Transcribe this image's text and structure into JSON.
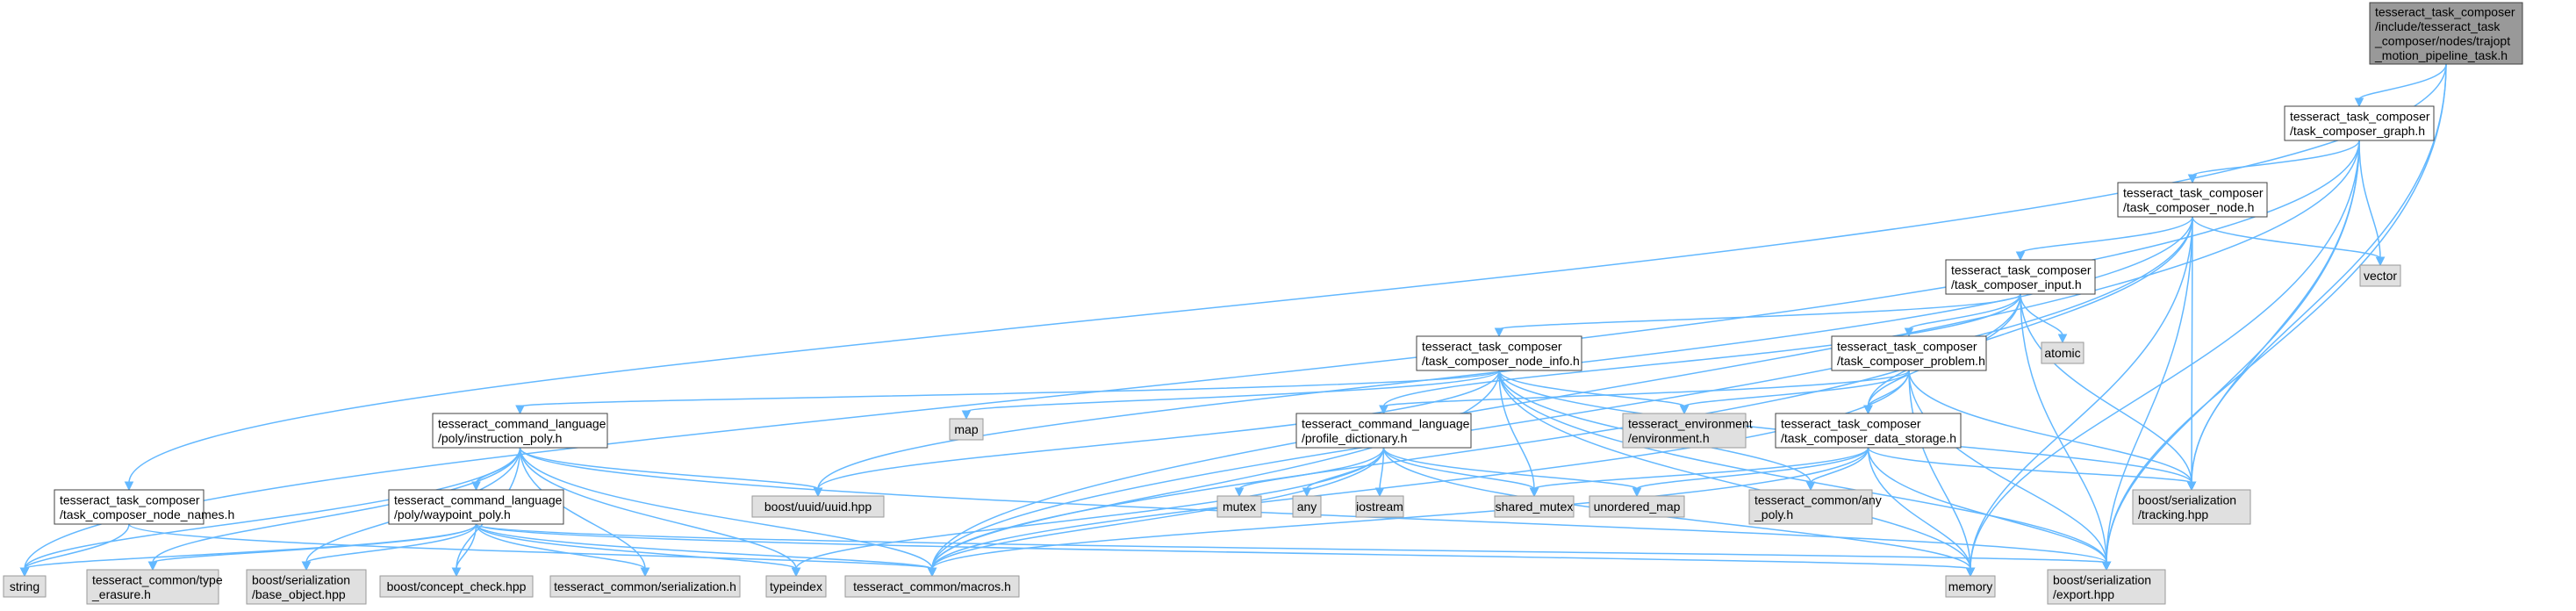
{
  "nodes": {
    "root": [
      "tesseract_task_composer",
      "/include/tesseract_task",
      "_composer/nodes/trajopt",
      "_motion_pipeline_task.h"
    ],
    "graph": [
      "tesseract_task_composer",
      "/task_composer_graph.h"
    ],
    "node": [
      "tesseract_task_composer",
      "/task_composer_node.h"
    ],
    "input": [
      "tesseract_task_composer",
      "/task_composer_input.h"
    ],
    "node_info": [
      "tesseract_task_composer",
      "/task_composer_node_info.h"
    ],
    "problem": [
      "tesseract_task_composer",
      "/task_composer_problem.h"
    ],
    "instr_poly": [
      "tesseract_command_language",
      "/poly/instruction_poly.h"
    ],
    "profile_dict": [
      "tesseract_command_language",
      "/profile_dictionary.h"
    ],
    "data_storage": [
      "tesseract_task_composer",
      "/task_composer_data_storage.h"
    ],
    "node_names": [
      "tesseract_task_composer",
      "/task_composer_node_names.h"
    ],
    "waypoint_poly": [
      "tesseract_command_language",
      "/poly/waypoint_poly.h"
    ],
    "vector": [
      "vector"
    ],
    "atomic": [
      "atomic"
    ],
    "map": [
      "map"
    ],
    "env": [
      "tesseract_environment",
      "/environment.h"
    ],
    "uuid": [
      "boost/uuid/uuid.hpp"
    ],
    "mutex": [
      "mutex"
    ],
    "any": [
      "any"
    ],
    "iostream": [
      "iostream"
    ],
    "shared_mutex": [
      "shared_mutex"
    ],
    "unordered_map": [
      "unordered_map"
    ],
    "any_poly": [
      "tesseract_common/any",
      "_poly.h"
    ],
    "tracking": [
      "boost/serialization",
      "/tracking.hpp"
    ],
    "string": [
      "string"
    ],
    "type_erasure": [
      "tesseract_common/type",
      "_erasure.h"
    ],
    "base_object": [
      "boost/serialization",
      "/base_object.hpp"
    ],
    "concept_check": [
      "boost/concept_check.hpp"
    ],
    "common_serial": [
      "tesseract_common/serialization.h"
    ],
    "typeindex": [
      "typeindex"
    ],
    "macros": [
      "tesseract_common/macros.h"
    ],
    "memory": [
      "memory"
    ],
    "export": [
      "boost/serialization",
      "/export.hpp"
    ]
  },
  "edges": [
    [
      "root",
      "graph"
    ],
    [
      "root",
      "node_names"
    ],
    [
      "root",
      "tracking"
    ],
    [
      "root",
      "export"
    ],
    [
      "graph",
      "node"
    ],
    [
      "graph",
      "string"
    ],
    [
      "graph",
      "vector"
    ],
    [
      "graph",
      "macros"
    ],
    [
      "graph",
      "tracking"
    ],
    [
      "graph",
      "memory"
    ],
    [
      "graph",
      "export"
    ],
    [
      "node",
      "input"
    ],
    [
      "node",
      "data_storage"
    ],
    [
      "node",
      "vector"
    ],
    [
      "node",
      "uuid"
    ],
    [
      "node",
      "macros"
    ],
    [
      "node",
      "tracking"
    ],
    [
      "node",
      "memory"
    ],
    [
      "node",
      "export"
    ],
    [
      "input",
      "node_info"
    ],
    [
      "input",
      "problem"
    ],
    [
      "input",
      "profile_dict"
    ],
    [
      "input",
      "data_storage"
    ],
    [
      "input",
      "atomic"
    ],
    [
      "input",
      "macros"
    ],
    [
      "input",
      "tracking"
    ],
    [
      "input",
      "export"
    ],
    [
      "node_info",
      "instr_poly"
    ],
    [
      "node_info",
      "map"
    ],
    [
      "node_info",
      "env"
    ],
    [
      "node_info",
      "uuid"
    ],
    [
      "node_info",
      "shared_mutex"
    ],
    [
      "node_info",
      "any_poly"
    ],
    [
      "node_info",
      "tracking"
    ],
    [
      "node_info",
      "macros"
    ],
    [
      "node_info",
      "memory"
    ],
    [
      "node_info",
      "export"
    ],
    [
      "problem",
      "profile_dict"
    ],
    [
      "problem",
      "data_storage"
    ],
    [
      "problem",
      "env"
    ],
    [
      "problem",
      "macros"
    ],
    [
      "problem",
      "tracking"
    ],
    [
      "problem",
      "memory"
    ],
    [
      "problem",
      "export"
    ],
    [
      "instr_poly",
      "waypoint_poly"
    ],
    [
      "instr_poly",
      "string"
    ],
    [
      "instr_poly",
      "uuid"
    ],
    [
      "instr_poly",
      "type_erasure"
    ],
    [
      "instr_poly",
      "base_object"
    ],
    [
      "instr_poly",
      "concept_check"
    ],
    [
      "instr_poly",
      "common_serial"
    ],
    [
      "instr_poly",
      "typeindex"
    ],
    [
      "instr_poly",
      "macros"
    ],
    [
      "instr_poly",
      "export"
    ],
    [
      "profile_dict",
      "mutex"
    ],
    [
      "profile_dict",
      "any"
    ],
    [
      "profile_dict",
      "iostream"
    ],
    [
      "profile_dict",
      "shared_mutex"
    ],
    [
      "profile_dict",
      "unordered_map"
    ],
    [
      "profile_dict",
      "typeindex"
    ],
    [
      "profile_dict",
      "macros"
    ],
    [
      "profile_dict",
      "memory"
    ],
    [
      "data_storage",
      "shared_mutex"
    ],
    [
      "data_storage",
      "unordered_map"
    ],
    [
      "data_storage",
      "any_poly"
    ],
    [
      "data_storage",
      "tracking"
    ],
    [
      "data_storage",
      "macros"
    ],
    [
      "data_storage",
      "memory"
    ],
    [
      "data_storage",
      "export"
    ],
    [
      "node_names",
      "string"
    ],
    [
      "node_names",
      "macros"
    ],
    [
      "waypoint_poly",
      "string"
    ],
    [
      "waypoint_poly",
      "type_erasure"
    ],
    [
      "waypoint_poly",
      "base_object"
    ],
    [
      "waypoint_poly",
      "concept_check"
    ],
    [
      "waypoint_poly",
      "common_serial"
    ],
    [
      "waypoint_poly",
      "typeindex"
    ],
    [
      "waypoint_poly",
      "macros"
    ],
    [
      "waypoint_poly",
      "memory"
    ],
    [
      "waypoint_poly",
      "export"
    ]
  ],
  "colors": {
    "edge": "#63b8ff",
    "root_fill": "#999999",
    "system_fill": "#e0e0e0",
    "header_fill": "#ffffff",
    "border": "#404040"
  }
}
